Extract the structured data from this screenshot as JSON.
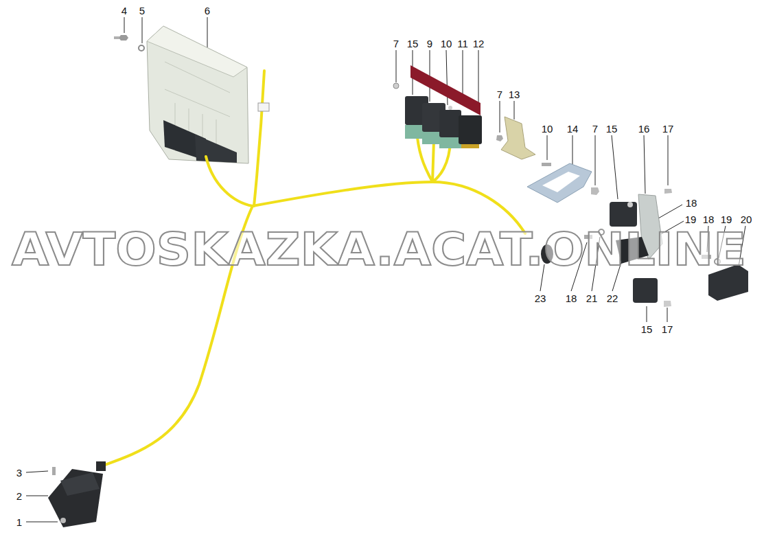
{
  "diagram": {
    "labels": [
      "4",
      "5",
      "6",
      "7",
      "15",
      "9",
      "10",
      "11",
      "12",
      "7",
      "13",
      "10",
      "14",
      "7",
      "15",
      "16",
      "17",
      "18",
      "19",
      "18",
      "19",
      "20",
      "AVTOSKAZKA.ACAT.ONLINE",
      "23",
      "18",
      "21",
      "22",
      "15",
      "17",
      "3",
      "2",
      "1"
    ]
  }
}
